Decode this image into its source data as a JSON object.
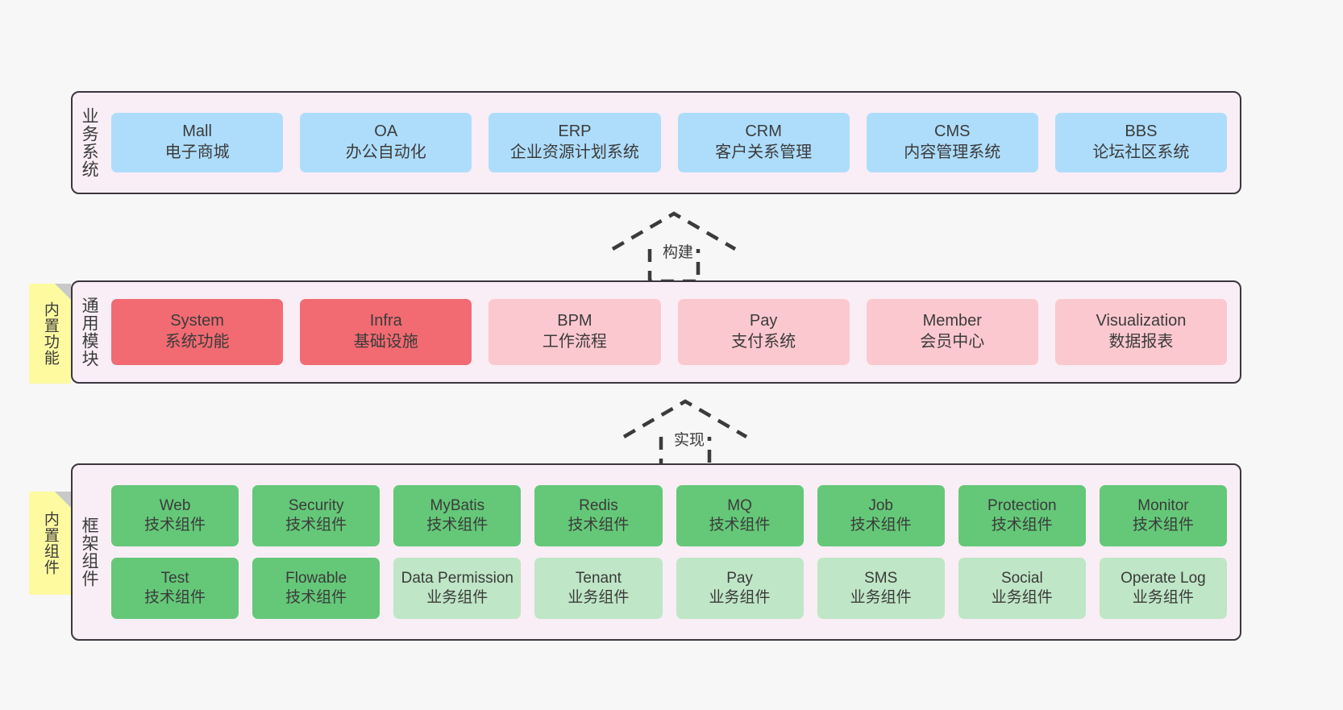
{
  "diagram": {
    "background_color": "#f7f7f7",
    "panel_color": "#f9eef5",
    "panel_border_color": "#3c3640",
    "sticky_color": "#fdfaa0"
  },
  "layers": [
    {
      "id": "business-systems",
      "title": "业务系统",
      "rows": [
        {
          "nodes": [
            {
              "title": "Mall",
              "sub": "电子商城",
              "style": "blue",
              "color": "#aeddfb"
            },
            {
              "title": "OA",
              "sub": "办公自动化",
              "style": "blue",
              "color": "#aeddfb"
            },
            {
              "title": "ERP",
              "sub": "企业资源计划系统",
              "style": "blue",
              "color": "#aeddfb"
            },
            {
              "title": "CRM",
              "sub": "客户关系管理",
              "style": "blue",
              "color": "#aeddfb"
            },
            {
              "title": "CMS",
              "sub": "内容管理系统",
              "style": "blue",
              "color": "#aeddfb"
            },
            {
              "title": "BBS",
              "sub": "论坛社区系统",
              "style": "blue",
              "color": "#aeddfb"
            }
          ]
        }
      ]
    },
    {
      "id": "common-modules",
      "title": "通用模块",
      "sticky": "内置功能",
      "rows": [
        {
          "nodes": [
            {
              "title": "System",
              "sub": "系统功能",
              "style": "red-strong",
              "color": "#f26b72"
            },
            {
              "title": "Infra",
              "sub": "基础设施",
              "style": "red-strong",
              "color": "#f26b72"
            },
            {
              "title": "BPM",
              "sub": "工作流程",
              "style": "red-light",
              "color": "#fcc8cf"
            },
            {
              "title": "Pay",
              "sub": "支付系统",
              "style": "red-light",
              "color": "#fcc8cf"
            },
            {
              "title": "Member",
              "sub": "会员中心",
              "style": "red-light",
              "color": "#fcc8cf"
            },
            {
              "title": "Visualization",
              "sub": "数据报表",
              "style": "red-light",
              "color": "#fcc8cf"
            }
          ]
        }
      ]
    },
    {
      "id": "framework-components",
      "title": "框架组件",
      "sticky": "内置组件",
      "rows": [
        {
          "nodes": [
            {
              "title": "Web",
              "sub": "技术组件",
              "style": "green-strong",
              "color": "#64c878"
            },
            {
              "title": "Security",
              "sub": "技术组件",
              "style": "green-strong",
              "color": "#64c878"
            },
            {
              "title": "MyBatis",
              "sub": "技术组件",
              "style": "green-strong",
              "color": "#64c878"
            },
            {
              "title": "Redis",
              "sub": "技术组件",
              "style": "green-strong",
              "color": "#64c878"
            },
            {
              "title": "MQ",
              "sub": "技术组件",
              "style": "green-strong",
              "color": "#64c878"
            },
            {
              "title": "Job",
              "sub": "技术组件",
              "style": "green-strong",
              "color": "#64c878"
            },
            {
              "title": "Protection",
              "sub": "技术组件",
              "style": "green-strong",
              "color": "#64c878"
            },
            {
              "title": "Monitor",
              "sub": "技术组件",
              "style": "green-strong",
              "color": "#64c878"
            }
          ]
        },
        {
          "nodes": [
            {
              "title": "Test",
              "sub": "技术组件",
              "style": "green-strong",
              "color": "#64c878"
            },
            {
              "title": "Flowable",
              "sub": "技术组件",
              "style": "green-strong",
              "color": "#64c878"
            },
            {
              "title": "Data Permission",
              "sub": "业务组件",
              "style": "green-light",
              "color": "#bfe6c6"
            },
            {
              "title": "Tenant",
              "sub": "业务组件",
              "style": "green-light",
              "color": "#bfe6c6"
            },
            {
              "title": "Pay",
              "sub": "业务组件",
              "style": "green-light",
              "color": "#bfe6c6"
            },
            {
              "title": "SMS",
              "sub": "业务组件",
              "style": "green-light",
              "color": "#bfe6c6"
            },
            {
              "title": "Social",
              "sub": "业务组件",
              "style": "green-light",
              "color": "#bfe6c6"
            },
            {
              "title": "Operate Log",
              "sub": "业务组件",
              "style": "green-light",
              "color": "#bfe6c6"
            }
          ]
        }
      ]
    }
  ],
  "connectors": [
    {
      "id": "build",
      "label": "构建",
      "style": "dashed-hollow-arrow-up"
    },
    {
      "id": "implement",
      "label": "实现",
      "style": "dashed-hollow-arrow-up"
    }
  ]
}
